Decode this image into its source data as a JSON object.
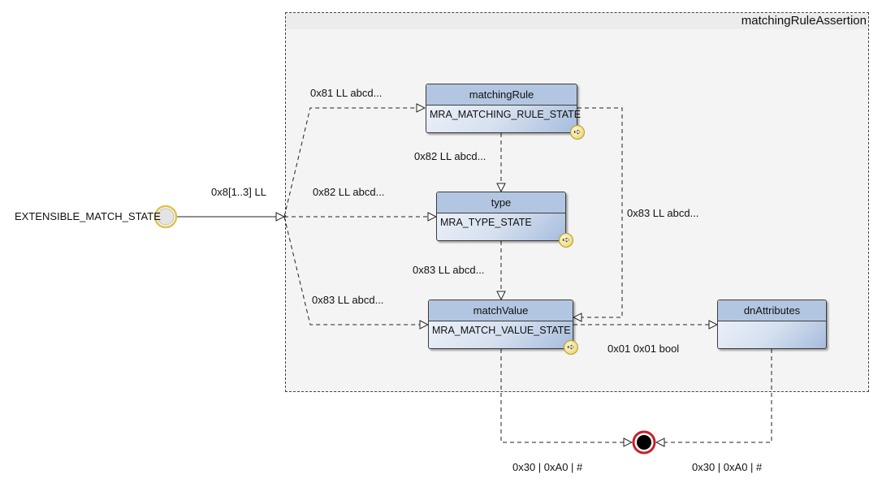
{
  "region": {
    "title": "matchingRuleAssertion"
  },
  "initial_state": {
    "label": "EXTENSIBLE_MATCH_STATE"
  },
  "states": {
    "matchingRule": {
      "name": "matchingRule",
      "body": "MRA_MATCHING_RULE_STATE"
    },
    "type": {
      "name": "type",
      "body": "MRA_TYPE_STATE"
    },
    "matchValue": {
      "name": "matchValue",
      "body": "MRA_MATCH_VALUE_STATE"
    },
    "dnAttributes": {
      "name": "dnAttributes",
      "body": ""
    }
  },
  "transitions": {
    "initial_to_choice": "0x8[1..3] LL",
    "choice_to_matchingRule": "0x81 LL abcd...",
    "choice_to_type": "0x82 LL abcd...",
    "choice_to_matchValue": "0x83 LL abcd...",
    "matchingRule_to_type": "0x82 LL abcd...",
    "type_to_matchValue": "0x83 LL abcd...",
    "matchingRule_to_matchValue": "0x83 LL abcd...",
    "matchValue_to_dnAttributes": "0x01 0x01 bool",
    "matchValue_to_final": "0x30 | 0xA0 | #",
    "dnAttributes_to_final": "0x30 | 0xA0 | #"
  },
  "colors": {
    "state_header": "#b3c6e1",
    "state_gradient_end": "#a6bcdc",
    "initial_ring": "#e0c24a",
    "final_ring": "#c8202a",
    "final_fill": "#000000"
  }
}
